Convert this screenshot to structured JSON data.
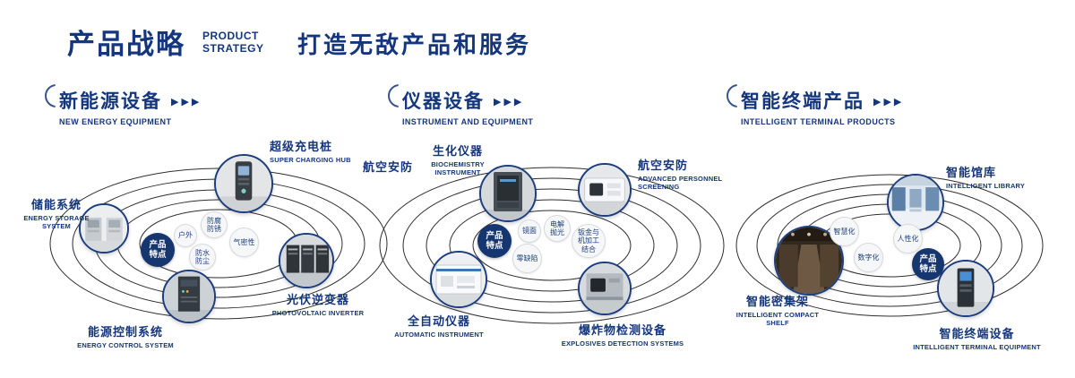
{
  "header": {
    "title": "产品战略",
    "subtitle_line1": "PRODUCT",
    "subtitle_line2": "STRATEGY",
    "tagline": "打造无敌产品和服务"
  },
  "sections": [
    {
      "title": "新能源设备",
      "arrows": "▶▶▶",
      "english": "NEW ENERGY EQUIPMENT",
      "badge": "产品特点",
      "features": [
        "户外",
        "防腐防锈",
        "气密性",
        "防水防尘"
      ],
      "items": [
        {
          "label": "超级充电桩",
          "english": "SUPER CHARGING HUB"
        },
        {
          "label": "储能系统",
          "english": "ENERGY STORAGE SYSTEM"
        },
        {
          "label": "光伏逆变器",
          "english": "PHOTOVOLTAIC INVERTER"
        },
        {
          "label": "能源控制系统",
          "english": "ENERGY CONTROL SYSTEM"
        }
      ]
    },
    {
      "title": "仪器设备",
      "arrows": "▶▶▶",
      "english": "INSTRUMENT AND EQUIPMENT",
      "badge": "产品特点",
      "extra_label": "航空安防",
      "features": [
        "镜面",
        "电解抛光",
        "钣金与机加工结合",
        "零缺陷"
      ],
      "items": [
        {
          "label": "生化仪器",
          "english": "BIOCHEMISTRY INSTRUMENT"
        },
        {
          "label": "航空安防",
          "english": "ADVANCED PERSONNEL SCREENING"
        },
        {
          "label": "全自动仪器",
          "english": "AUTOMATIC INSTRUMENT"
        },
        {
          "label": "爆炸物检测设备",
          "english": "EXPLOSIVES DETECTION SYSTEMS"
        }
      ]
    },
    {
      "title": "智能终端产品",
      "arrows": "▶▶▶",
      "english": "INTELLIGENT TERMINAL PRODUCTS",
      "badge": "产品特点",
      "features": [
        "智慧化",
        "人性化",
        "数字化"
      ],
      "items": [
        {
          "label": "智能馆库",
          "english": "INTELLIGENT LIBRARY"
        },
        {
          "label": "智能密集架",
          "english": "INTELLIGENT COMPACT SHELF"
        },
        {
          "label": "智能终端设备",
          "english": "INTELLIGENT TERMINAL EQUIPMENT"
        }
      ]
    }
  ],
  "colors": {
    "navy": "#14367d",
    "badge_navy": "#16366f",
    "ring": "#2e2e2e"
  }
}
